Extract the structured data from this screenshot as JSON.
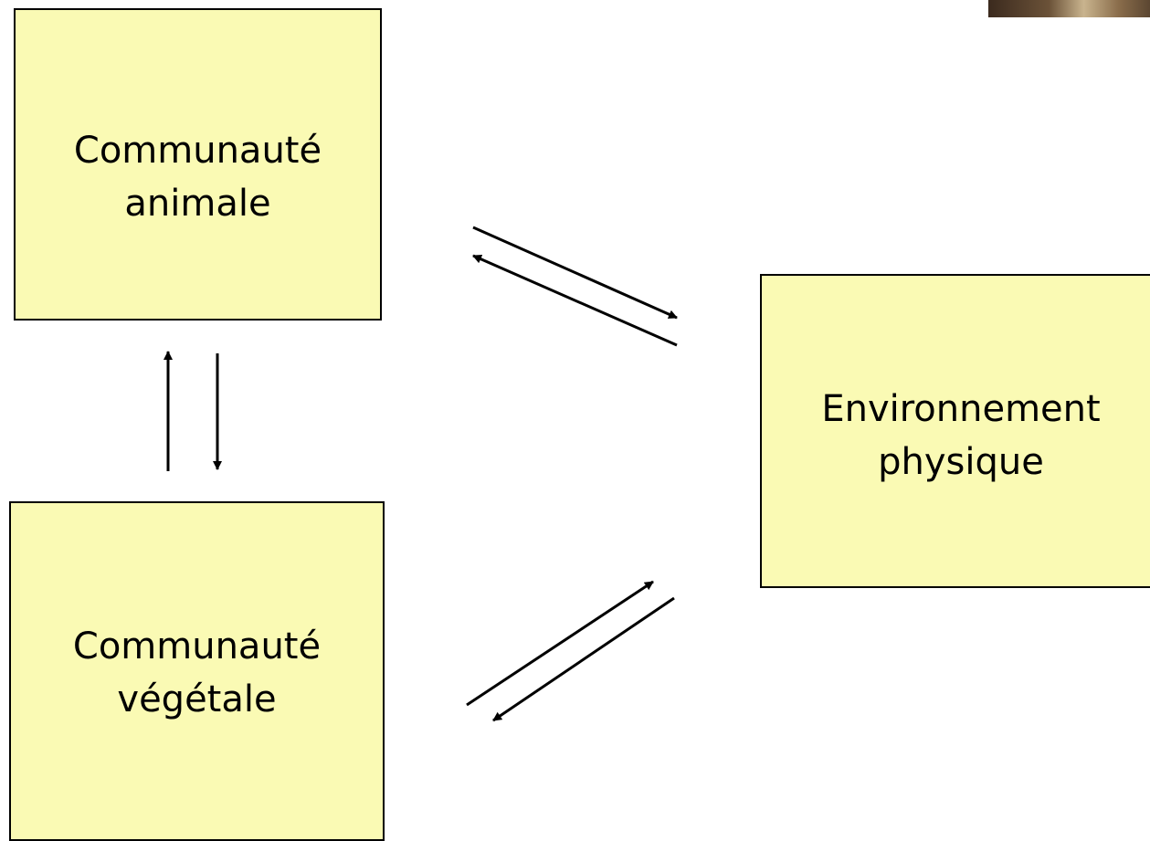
{
  "diagram": {
    "nodes": {
      "animal": {
        "label": "Communauté\nanimale"
      },
      "vegetal": {
        "label": "Communauté\nvégétale"
      },
      "environment": {
        "label": "Environnement\nphysique"
      }
    },
    "edges": [
      {
        "from": "animal",
        "to": "environment"
      },
      {
        "from": "environment",
        "to": "animal"
      },
      {
        "from": "vegetal",
        "to": "animal"
      },
      {
        "from": "animal",
        "to": "vegetal"
      },
      {
        "from": "vegetal",
        "to": "environment"
      },
      {
        "from": "environment",
        "to": "vegetal"
      }
    ],
    "colors": {
      "box_fill": "#fafab4",
      "box_border": "#000000",
      "arrow": "#000000"
    }
  }
}
